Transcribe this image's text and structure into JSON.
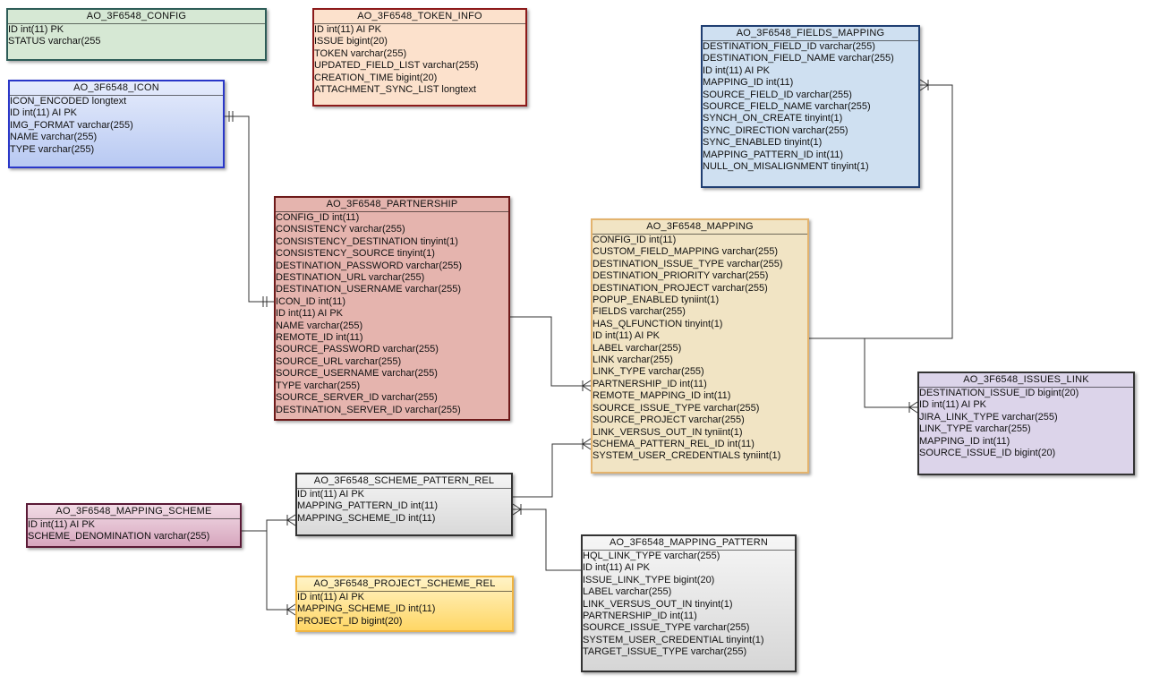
{
  "entities": {
    "config": {
      "title": "AO_3F6548_CONFIG",
      "fields": [
        "ID int(11) PK",
        "STATUS varchar(255"
      ]
    },
    "token_info": {
      "title": "AO_3F6548_TOKEN_INFO",
      "fields": [
        "ID int(11) AI PK",
        "ISSUE bigint(20)",
        "TOKEN varchar(255)",
        "UPDATED_FIELD_LIST varchar(255)",
        "CREATION_TIME bigint(20)",
        "ATTACHMENT_SYNC_LIST longtext"
      ]
    },
    "icon": {
      "title": "AO_3F6548_ICON",
      "fields": [
        "ICON_ENCODED longtext",
        "ID int(11) AI PK",
        "IMG_FORMAT varchar(255)",
        "NAME varchar(255)",
        "TYPE varchar(255)"
      ]
    },
    "partnership": {
      "title": "AO_3F6548_PARTNERSHIP",
      "fields": [
        "CONFIG_ID int(11)",
        "CONSISTENCY varchar(255)",
        "CONSISTENCY_DESTINATION tinyint(1)",
        "CONSISTENCY_SOURCE tinyint(1)",
        "DESTINATION_PASSWORD varchar(255)",
        "DESTINATION_URL varchar(255)",
        "DESTINATION_USERNAME varchar(255)",
        "ICON_ID int(11)",
        "ID int(11) AI PK",
        "NAME varchar(255)",
        "REMOTE_ID int(11)",
        "SOURCE_PASSWORD varchar(255)",
        "SOURCE_URL varchar(255)",
        "SOURCE_USERNAME varchar(255)",
        "TYPE varchar(255)",
        "SOURCE_SERVER_ID varchar(255)",
        "DESTINATION_SERVER_ID varchar(255)"
      ]
    },
    "fields_mapping": {
      "title": "AO_3F6548_FIELDS_MAPPING",
      "fields": [
        "DESTINATION_FIELD_ID varchar(255)",
        "DESTINATION_FIELD_NAME varchar(255)",
        "ID int(11) AI PK",
        "MAPPING_ID int(11)",
        "SOURCE_FIELD_ID varchar(255)",
        "SOURCE_FIELD_NAME varchar(255)",
        "SYNCH_ON_CREATE tinyint(1)",
        "SYNC_DIRECTION varchar(255)",
        "SYNC_ENABLED tinyint(1)",
        "MAPPING_PATTERN_ID int(11)",
        "NULL_ON_MISALIGNMENT tinyint(1)"
      ]
    },
    "mapping": {
      "title": "AO_3F6548_MAPPING",
      "fields": [
        "CONFIG_ID int(11)",
        "CUSTOM_FIELD_MAPPING varchar(255)",
        "DESTINATION_ISSUE_TYPE varchar(255)",
        "DESTINATION_PRIORITY varchar(255)",
        "DESTINATION_PROJECT varchar(255)",
        "POPUP_ENABLED tyniint(1)",
        "FIELDS varchar(255)",
        "HAS_QLFUNCTION tinyint(1)",
        "ID int(11) AI PK",
        "LABEL varchar(255)",
        "LINK varchar(255)",
        "LINK_TYPE varchar(255)",
        "PARTNERSHIP_ID int(11)",
        "REMOTE_MAPPING_ID int(11)",
        "SOURCE_ISSUE_TYPE varchar(255)",
        "SOURCE_PROJECT varchar(255)",
        "LINK_VERSUS_OUT_IN tyniint(1)",
        "SCHEMA_PATTERN_REL_ID int(11)",
        "SYSTEM_USER_CREDENTIALS tyniint(1)"
      ]
    },
    "issues_link": {
      "title": "AO_3F6548_ISSUES_LINK",
      "fields": [
        "DESTINATION_ISSUE_ID bigint(20)",
        "ID int(11) AI PK",
        "JIRA_LINK_TYPE varchar(255)",
        "LINK_TYPE varchar(255)",
        "MAPPING_ID int(11)",
        "SOURCE_ISSUE_ID bigint(20)"
      ]
    },
    "mapping_scheme": {
      "title": "AO_3F6548_MAPPING_SCHEME",
      "fields": [
        "ID int(11) AI PK",
        "SCHEME_DENOMINATION varchar(255)"
      ]
    },
    "scheme_pattern_rel": {
      "title": "AO_3F6548_SCHEME_PATTERN_REL",
      "fields": [
        "ID int(11) AI PK",
        "MAPPING_PATTERN_ID int(11)",
        "MAPPING_SCHEME_ID int(11)"
      ]
    },
    "project_scheme_rel": {
      "title": "AO_3F6548_PROJECT_SCHEME_REL",
      "fields": [
        "ID int(11) AI PK",
        "MAPPING_SCHEME_ID int(11)",
        "PROJECT_ID bigint(20)"
      ]
    },
    "mapping_pattern": {
      "title": "AO_3F6548_MAPPING_PATTERN",
      "fields": [
        "HQL_LINK_TYPE varchar(255)",
        "ID int(11) AI PK",
        "ISSUE_LINK_TYPE bigint(20)",
        "LABEL varchar(255)",
        "LINK_VERSUS_OUT_IN tinyint(1)",
        "PARTNERSHIP_ID int(11)",
        "SOURCE_ISSUE_TYPE varchar(255)",
        "SYSTEM_USER_CREDENTIAL tinyint(1)",
        "TARGET_ISSUE_TYPE varchar(255)"
      ]
    }
  },
  "colors": {
    "line": "#333333",
    "config_fill": "#d6e8d4",
    "token_fill": "#fce1cc",
    "icon_fill": "#c7d5f6",
    "partnership_fill": "#e5b4ae",
    "fields_mapping_fill": "#cfe0f1",
    "mapping_fill": "#f1e4c4",
    "issues_link_fill": "#dcd4ea",
    "mapping_scheme_fill": "#e4c0d2",
    "scheme_pattern_rel_fill": "#e6e6e6",
    "project_scheme_rel_fill": "#ffe38f",
    "mapping_pattern_fill": "#e6e6e6"
  }
}
